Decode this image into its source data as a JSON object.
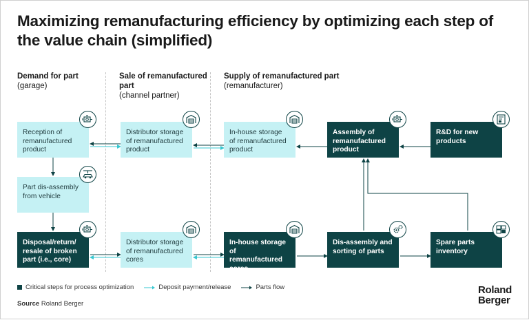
{
  "title": "Maximizing remanufacturing efficiency by optimizing each step of the value chain (simplified)",
  "columns": [
    {
      "title": "Demand for part",
      "subtitle": "(garage)"
    },
    {
      "title": "Sale of remanufactured part",
      "subtitle": "(channel partner)"
    },
    {
      "title": "Supply of remanufactured part",
      "subtitle": "(remanufacturer)"
    }
  ],
  "boxes": {
    "reception": {
      "line1": "Reception of",
      "line2": "remanufactured",
      "line3": "product",
      "icon": "engine-icon"
    },
    "disassembly_vehicle": {
      "line1": "Part dis-assembly",
      "line2": "from vehicle",
      "icon": "car-lift-icon"
    },
    "disposal": {
      "line1": "Disposal/return/",
      "line2": "resale of broken",
      "line3": "part (i.e., core)",
      "icon": "engine-icon"
    },
    "dist_storage_product": {
      "line1": "Distributor storage",
      "line2": "of remanufactured",
      "line3": "product",
      "icon": "warehouse-icon"
    },
    "dist_storage_cores": {
      "line1": "Distributor storage",
      "line2": "of remanufactured",
      "line3": "cores",
      "icon": "warehouse-icon"
    },
    "inhouse_product": {
      "line1": "In-house storage",
      "line2": "of remanufactured",
      "line3": "product",
      "icon": "warehouse-icon"
    },
    "inhouse_cores": {
      "line1": "In-house storage",
      "line2": "of remanufactured",
      "line3": "cores",
      "icon": "warehouse-icon"
    },
    "assembly": {
      "line1": "Assembly of",
      "line2": "remanufactured",
      "line3": "product",
      "icon": "engine-icon"
    },
    "rnd": {
      "line1": "R&D for new",
      "line2": "products",
      "icon": "blueprint-icon"
    },
    "disassembly_sorting": {
      "line1": "Dis-assembly and",
      "line2": "sorting of parts",
      "icon": "gears-icon"
    },
    "spare_parts": {
      "line1": "Spare parts",
      "line2": "inventory",
      "icon": "inventory-icon"
    }
  },
  "legend": {
    "critical": "Critical steps for process optimization",
    "deposit": "Deposit payment/release",
    "parts": "Parts flow"
  },
  "source": {
    "label": "Source",
    "text": "Roland Berger"
  },
  "brand": {
    "line1": "Roland",
    "line2": "Berger"
  },
  "colors": {
    "dark": "#0e4345",
    "light": "#c5f1f4",
    "deposit_line": "#36c7d0",
    "parts_line": "#0e4345"
  }
}
